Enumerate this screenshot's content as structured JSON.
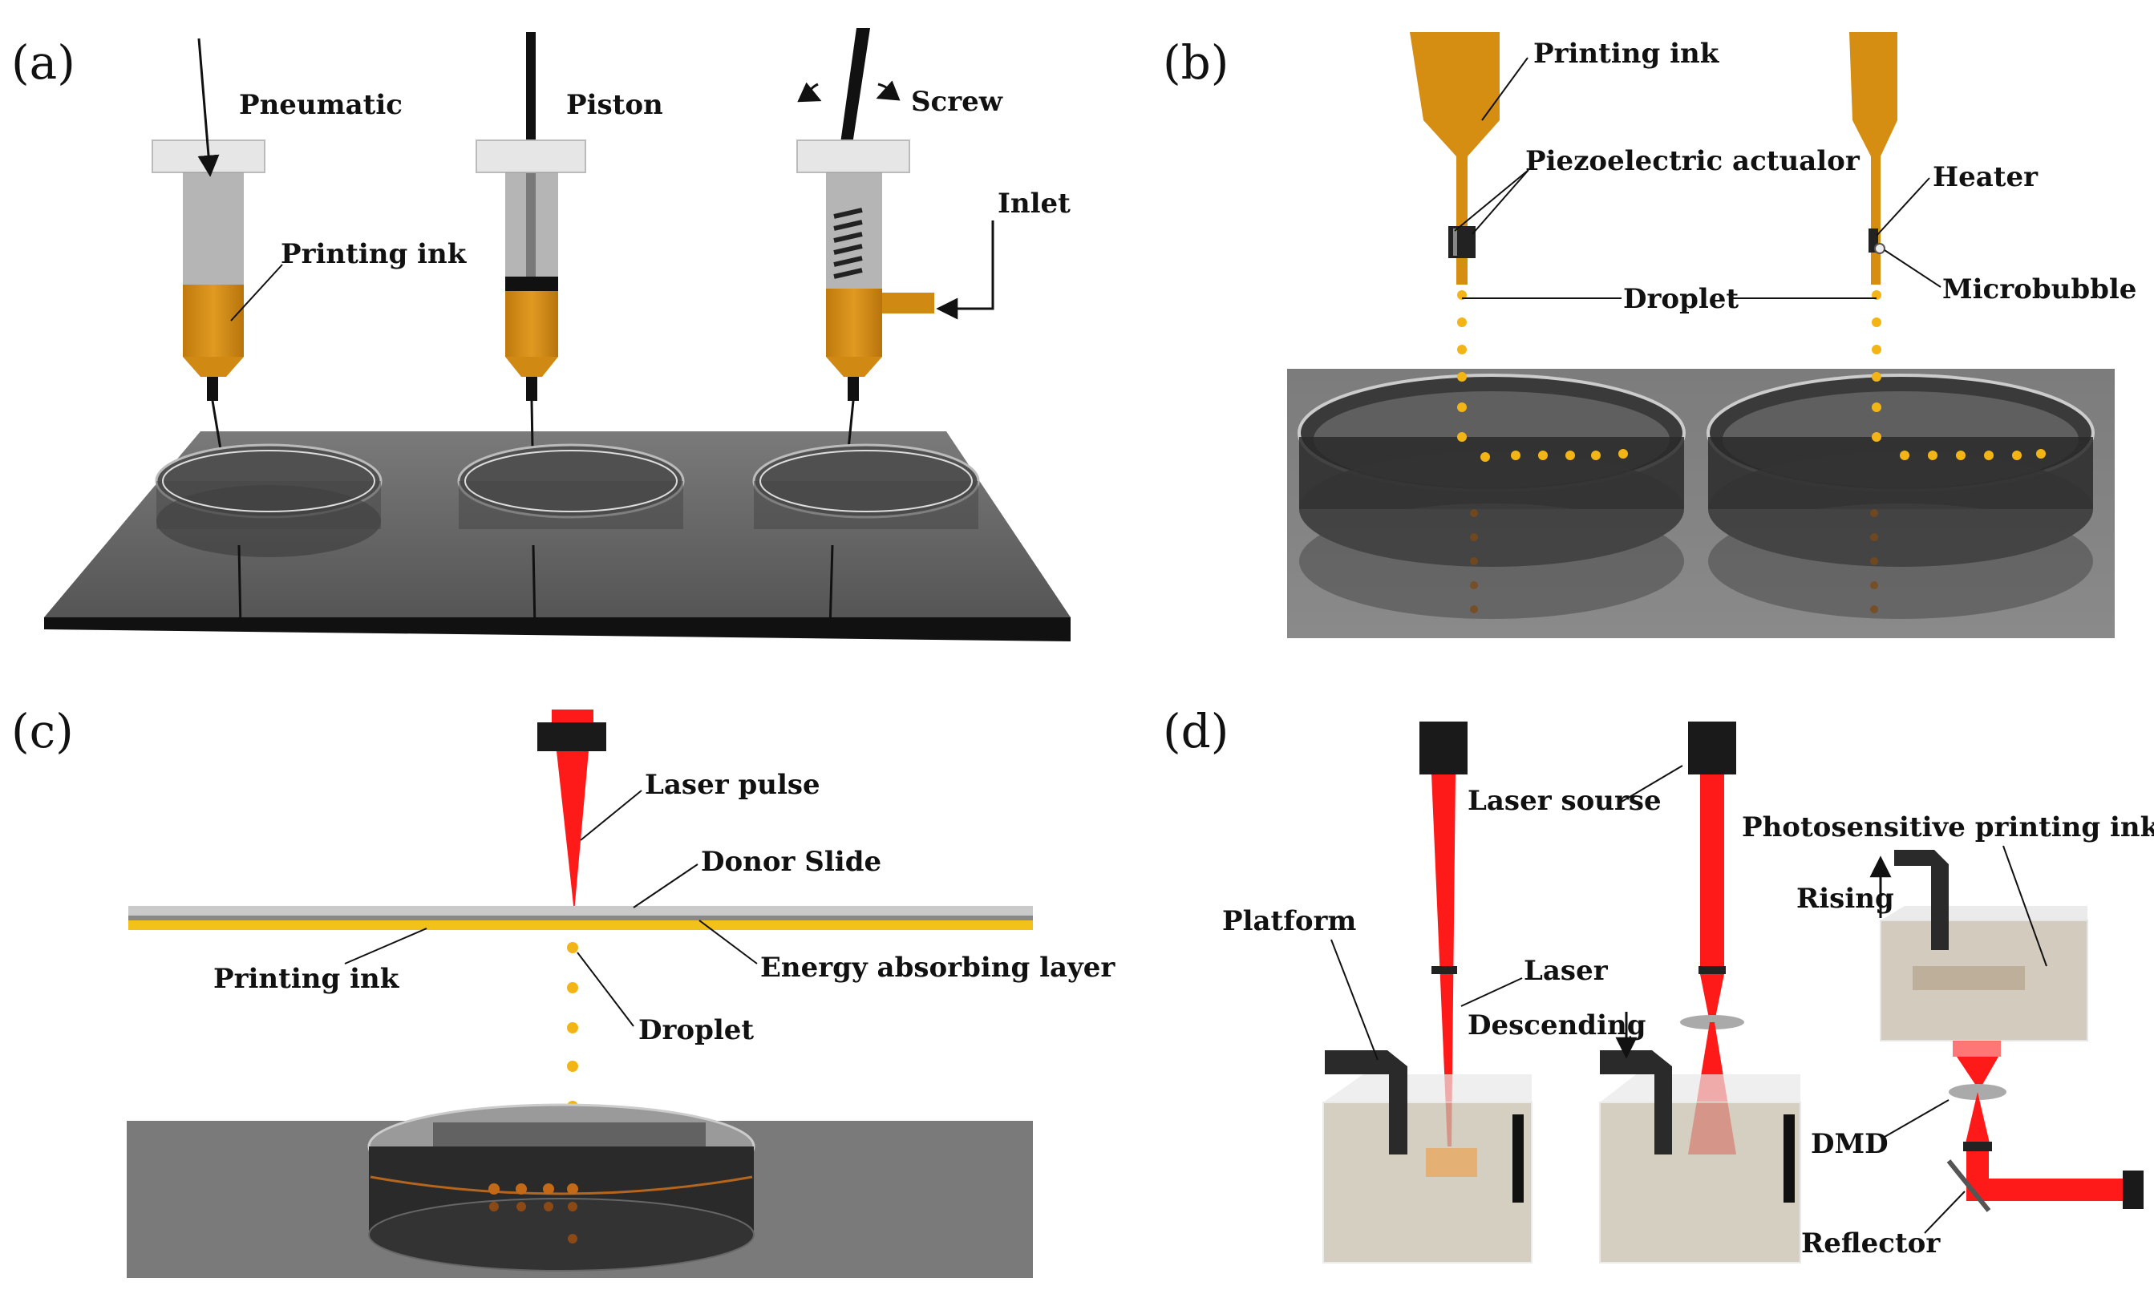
{
  "panels": {
    "a": {
      "letter": "(a)",
      "labels": {
        "pneumatic": "Pneumatic",
        "piston": "Piston",
        "screw": "Screw",
        "inlet": "Inlet",
        "printing_ink": "Printing ink"
      }
    },
    "b": {
      "letter": "(b)",
      "labels": {
        "printing_ink": "Printing ink",
        "piezo": "Piezoelectric actualor",
        "heater": "Heater",
        "droplet": "Droplet",
        "microbubble": "Microbubble"
      }
    },
    "c": {
      "letter": "(c)",
      "labels": {
        "laser_pulse": "Laser pulse",
        "donor_slide": "Donor Slide",
        "printing_ink": "Printing ink",
        "energy_layer": "Energy absorbing layer",
        "droplet": "Droplet"
      }
    },
    "d": {
      "letter": "(d)",
      "labels": {
        "laser_source": "Laser sourse",
        "photosensitive": "Photosensitive printing ink",
        "rising": "Rising",
        "platform": "Platform",
        "laser": "Laser",
        "descending": "Descending",
        "dmd": "DMD",
        "reflector": "Reflector"
      }
    }
  },
  "colors": {
    "ink": "#d58d12",
    "ink_light": "#e8a22a",
    "droplet": "#f2b515",
    "laser": "#ff1a1a",
    "base_plate": "#6a6a6a",
    "dish_dark": "#2e2e2e",
    "resin": "#c8bfae"
  }
}
